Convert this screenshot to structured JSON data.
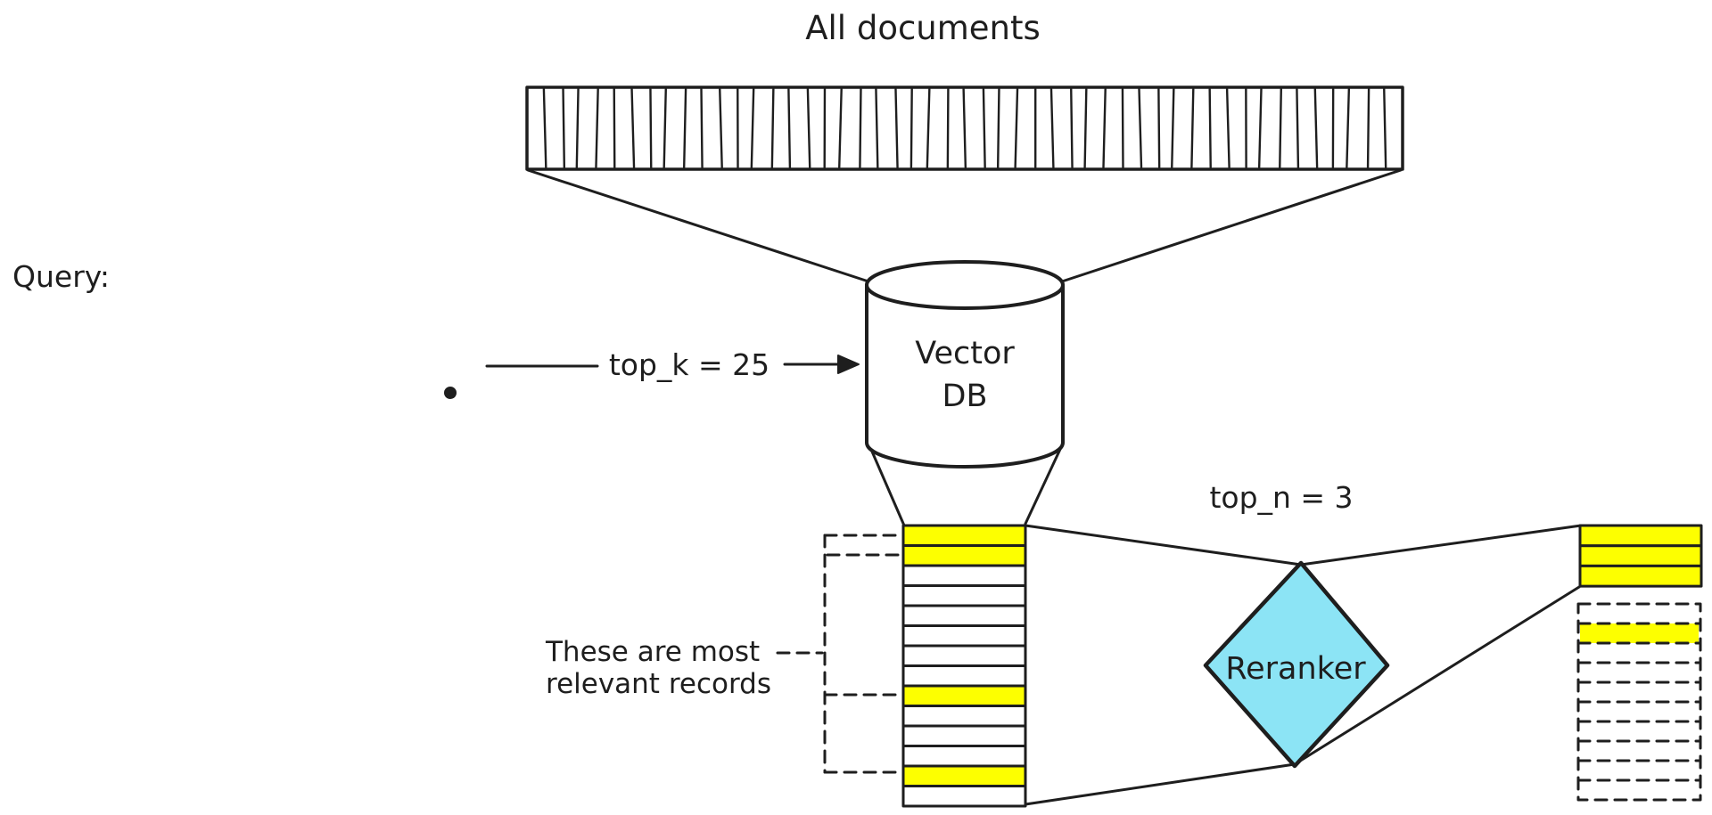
{
  "colors": {
    "stroke": "#1e1e1e",
    "highlight_yellow": "#fdff00",
    "reranker_cyan": "#8ce4f5",
    "canvas": "#ffffff"
  },
  "labels": {
    "all_documents": "All documents",
    "query": "Query:",
    "top_k": "top_k = 25",
    "vector_db": [
      "Vector",
      "DB"
    ],
    "top_n": "top_n = 3",
    "relevant_note": [
      "These are most",
      "relevant records"
    ],
    "reranker": "Reranker"
  },
  "all_documents_bar": {
    "segment_count": 50
  },
  "retrieved_records_stack": {
    "rows": 14,
    "highlighted_row_indexes": [
      0,
      1,
      8,
      12
    ]
  },
  "reranked_stack": {
    "selected_rows": 3,
    "remaining_rows": 10,
    "remaining_highlighted_indexes": [
      1
    ]
  }
}
